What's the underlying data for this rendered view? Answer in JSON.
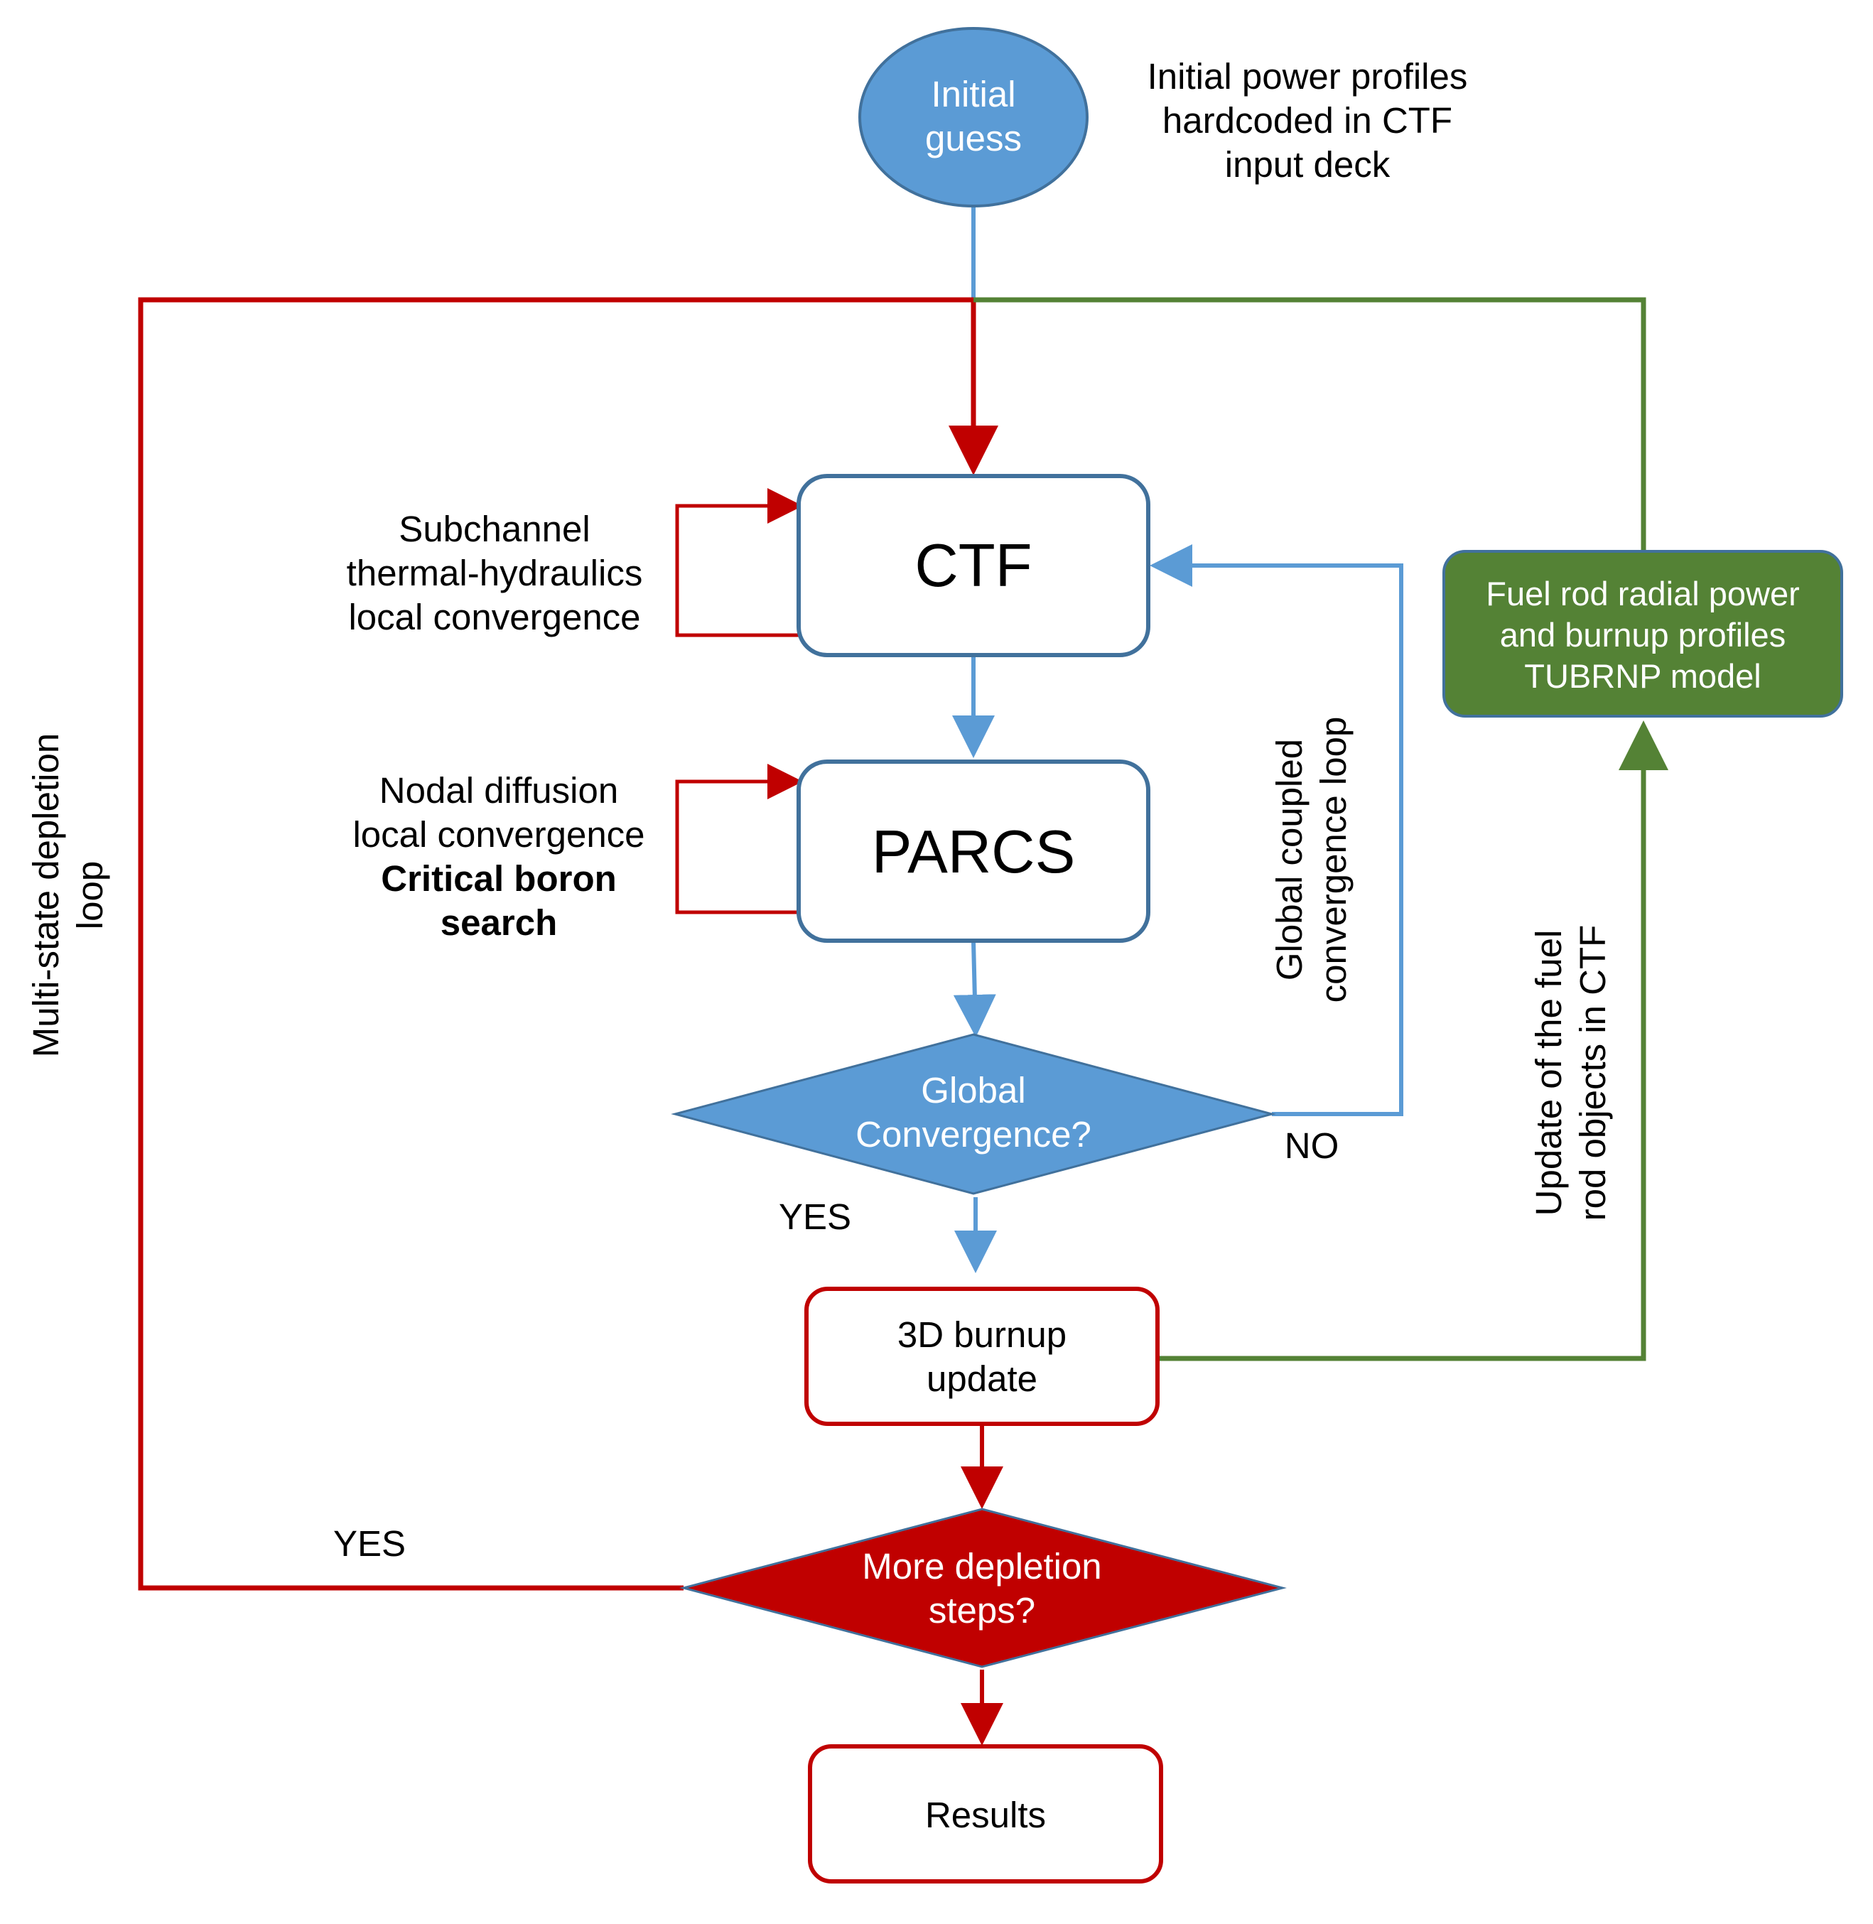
{
  "colors": {
    "blue": "#5B9BD5",
    "blue_dark": "#41719C",
    "red": "#C00000",
    "green": "#548235",
    "green_fill": "#548235"
  },
  "nodes": {
    "initial_guess": {
      "line1": "Initial",
      "line2": "guess"
    },
    "initial_note": {
      "line1": "Initial power profiles",
      "line2": "hardcoded in CTF",
      "line3": "input deck"
    },
    "ctf": {
      "label": "CTF"
    },
    "parcs": {
      "label": "PARCS"
    },
    "global_convergence": {
      "line1": "Global",
      "line2": "Convergence?"
    },
    "burnup_update": {
      "line1": "3D burnup",
      "line2": "update"
    },
    "more_depletion": {
      "line1": "More depletion",
      "line2": "steps?"
    },
    "results": {
      "label": "Results"
    },
    "fuel_rod_model": {
      "line1": "Fuel rod radial power",
      "line2": "and burnup profiles",
      "line3": "TUBRNP model"
    }
  },
  "annotations": {
    "ctf_local": {
      "line1": "Subchannel",
      "line2": "thermal-hydraulics",
      "line3": "local convergence"
    },
    "parcs_local": {
      "line1": "Nodal diffusion",
      "line2": "local convergence",
      "line3": "Critical boron",
      "line4": "search"
    },
    "global_loop": {
      "line1": "Global coupled",
      "line2": "convergence loop"
    },
    "fuel_update": {
      "line1": "Update of the fuel",
      "line2": "rod objects in CTF"
    },
    "depletion_loop": {
      "line1": "Multi-state depletion",
      "line2": "loop"
    },
    "no_label": "NO",
    "yes_global": "YES",
    "yes_depletion": "YES"
  }
}
